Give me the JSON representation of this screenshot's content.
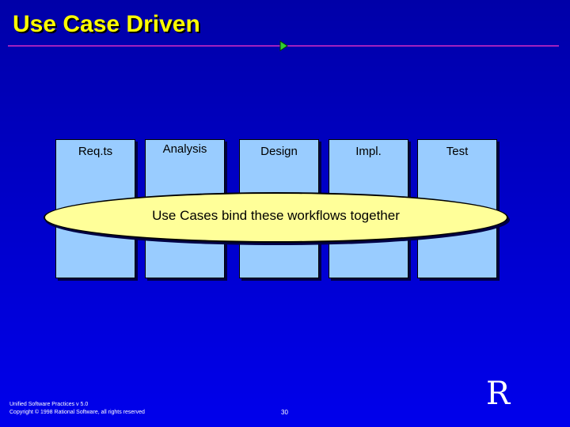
{
  "slide": {
    "title": "Use Case Driven",
    "title_color": "#ffff00",
    "background_top": "#0000a8",
    "background_bottom": "#0000ec",
    "rule_color": "#a020c0",
    "rule_marker_color": "#33cc33"
  },
  "diagram": {
    "workflows": [
      {
        "label": "Req.ts"
      },
      {
        "label": "Analysis"
      },
      {
        "label": "Design"
      },
      {
        "label": "Impl."
      },
      {
        "label": "Test"
      }
    ],
    "workflow_fill": "#99ccff",
    "binding": {
      "text": "Use Cases bind these workflows together",
      "fill": "#ffff99"
    }
  },
  "footer": {
    "course": "Unified Software Practices v 5.0",
    "copyright": "Copyright © 1998 Rational Software, all rights reserved",
    "page_number": "30",
    "logo_letter": "R"
  }
}
